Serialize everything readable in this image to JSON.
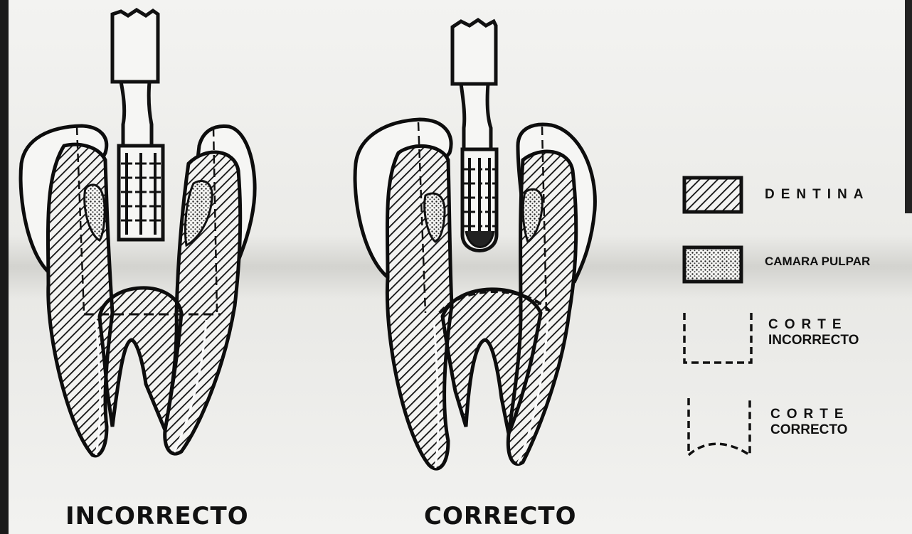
{
  "figure": {
    "left_caption": "INCORRECTO",
    "right_caption": "CORRECTO"
  },
  "legend": {
    "dentina": "DENTINA",
    "camara_pulpar": "CAMARA PULPAR",
    "corte_incorrecto": [
      "CORTE",
      "INCORRECTO"
    ],
    "corte_correcto": [
      "CORTE",
      "CORRECTO"
    ]
  }
}
